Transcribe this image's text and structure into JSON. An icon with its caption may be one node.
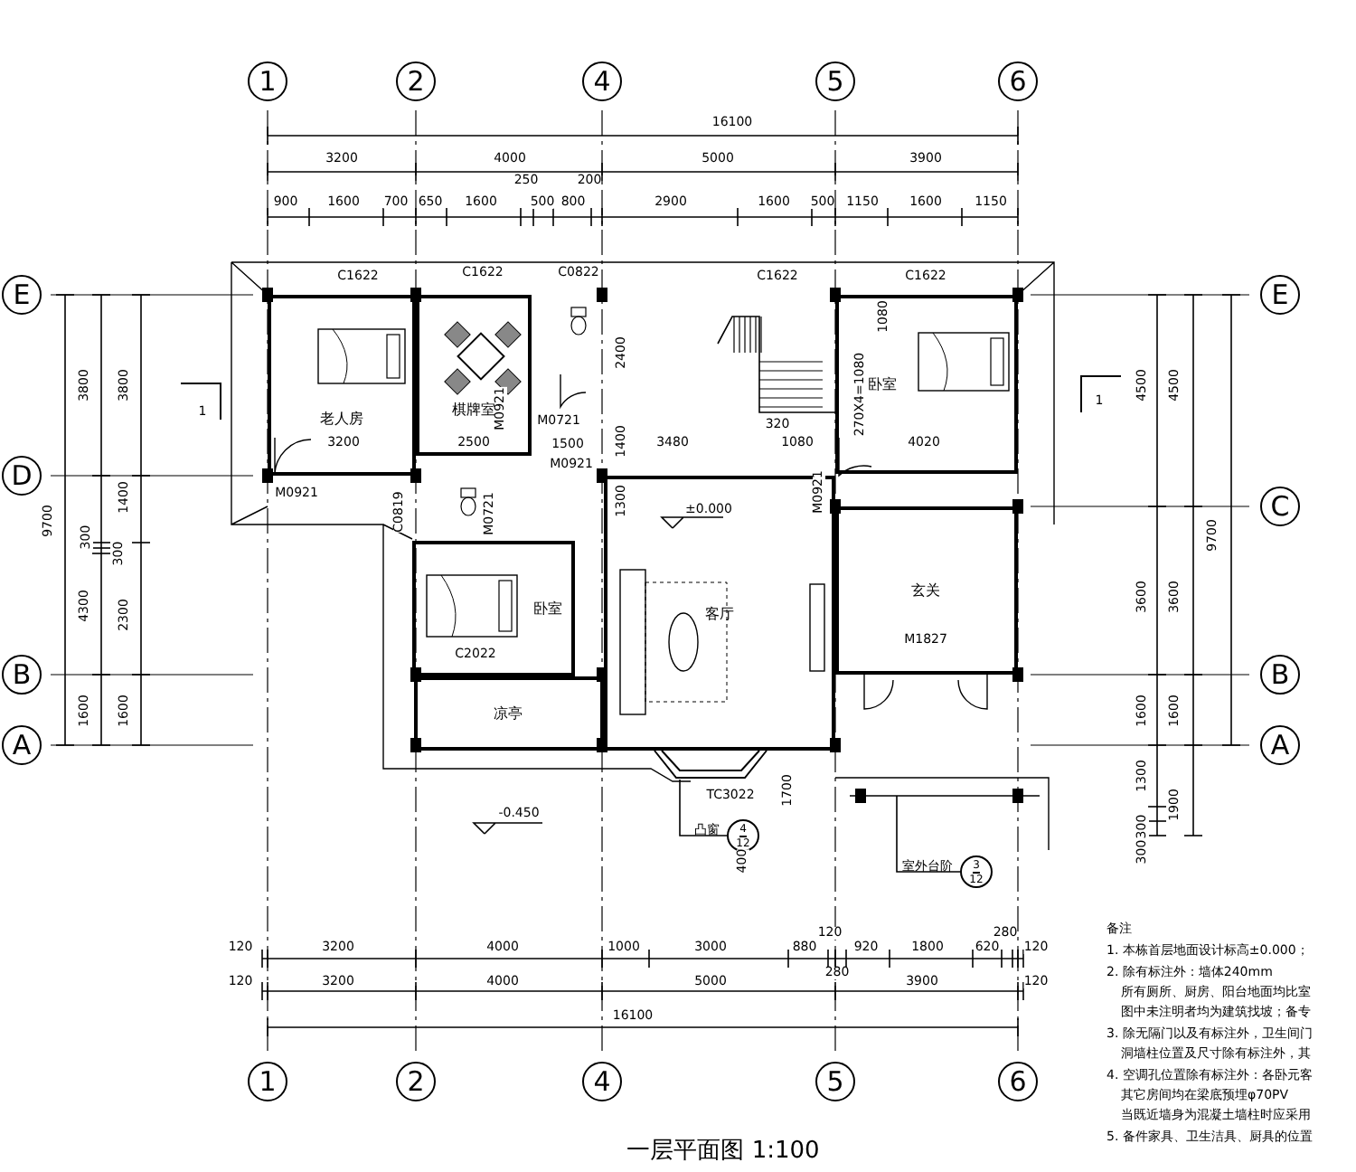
{
  "diagram": {
    "caption": "一层平面图 1:100",
    "nodes": [
      {
        "text": [
          "1"
        ]
      },
      {
        "text": [
          "2"
        ]
      },
      {
        "text": [
          "4"
        ]
      },
      {
        "text": [
          "5"
        ]
      },
      {
        "text": [
          "6"
        ]
      },
      {
        "text": [
          "E"
        ]
      },
      {
        "text": [
          "E"
        ]
      },
      {
        "text": [
          "D"
        ]
      },
      {
        "text": [
          "C"
        ]
      },
      {
        "text": [
          "B"
        ]
      },
      {
        "text": [
          "B"
        ]
      },
      {
        "text": [
          "A"
        ]
      },
      {
        "text": [
          "A"
        ]
      },
      {
        "text": [
          "老人房"
        ]
      },
      {
        "text": [
          "棋牌室"
        ]
      },
      {
        "text": [
          "卧室"
        ]
      },
      {
        "text": [
          "卧室"
        ]
      },
      {
        "text": [
          "玄关"
        ]
      },
      {
        "text": [
          "客厅"
        ]
      },
      {
        "text": [
          "凉亭"
        ]
      },
      {
        "text": [
          "4",
          "12"
        ],
        "beside": [
          "凸窗"
        ]
      },
      {
        "text": [
          "3",
          "12"
        ],
        "beside": [
          "室外台阶"
        ]
      },
      {
        "text": [
          "1"
        ]
      },
      {
        "text": [
          "2"
        ]
      },
      {
        "text": [
          "4"
        ]
      },
      {
        "text": [
          "5"
        ]
      },
      {
        "text": [
          "6"
        ]
      }
    ],
    "edges": [
      {
        "from": 20,
        "to": null,
        "arrow": "none"
      },
      {
        "from": 21,
        "to": null,
        "arrow": "none"
      }
    ],
    "labels": [
      "16100",
      "3200",
      "4000",
      "5000",
      "3900",
      "900",
      "1600",
      "700",
      "650",
      "1600",
      "250",
      "500",
      "800",
      "200",
      "2900",
      "1600",
      "500",
      "1150",
      "1600",
      "1150",
      "C1622",
      "C1622",
      "C0822",
      "C1622",
      "C1622",
      "3800",
      "3800",
      "1400",
      "9700",
      "300",
      "300",
      "4300",
      "2300",
      "1600",
      "1600",
      "1",
      "1",
      "2400",
      "3200",
      "2500",
      "M0921",
      "M0721",
      "1500",
      "1400",
      "3480",
      "M0921",
      "M0921",
      "C0819",
      "M0721",
      "1300",
      "±0.000",
      "320",
      "1080",
      "4020",
      "1080",
      "270X4=1080",
      "M0921",
      "C2022",
      "M1827",
      "TC3022",
      "1700",
      "-0.450",
      "400",
      "4500",
      "4500",
      "9700",
      "3600",
      "3600",
      "1600",
      "1600",
      "1300",
      "1900",
      "300",
      "300",
      "120",
      "3200",
      "4000",
      "1000",
      "3000",
      "880",
      "120",
      "920",
      "1800",
      "620",
      "280",
      "120",
      "120",
      "3200",
      "4000",
      "5000",
      "280",
      "3900",
      "120",
      "16100",
      "备注",
      "1. 本栋首层地面设计标高±0.000；",
      "2. 除有标注外：墙体240mm",
      "所有厕所、厨房、阳台地面均比室",
      "图中未注明者均为建筑找坡；备专",
      "3. 除无隔门以及有标注外，卫生间门",
      "洞墙柱位置及尺寸除有标注外，其",
      "4. 空调孔位置除有标注外：各卧元客",
      "其它房间均在梁底预埋φ70PV",
      "当既近墙身为混凝土墙柱时应采用",
      "5. 备件家具、卫生洁具、厨具的位置"
    ]
  }
}
